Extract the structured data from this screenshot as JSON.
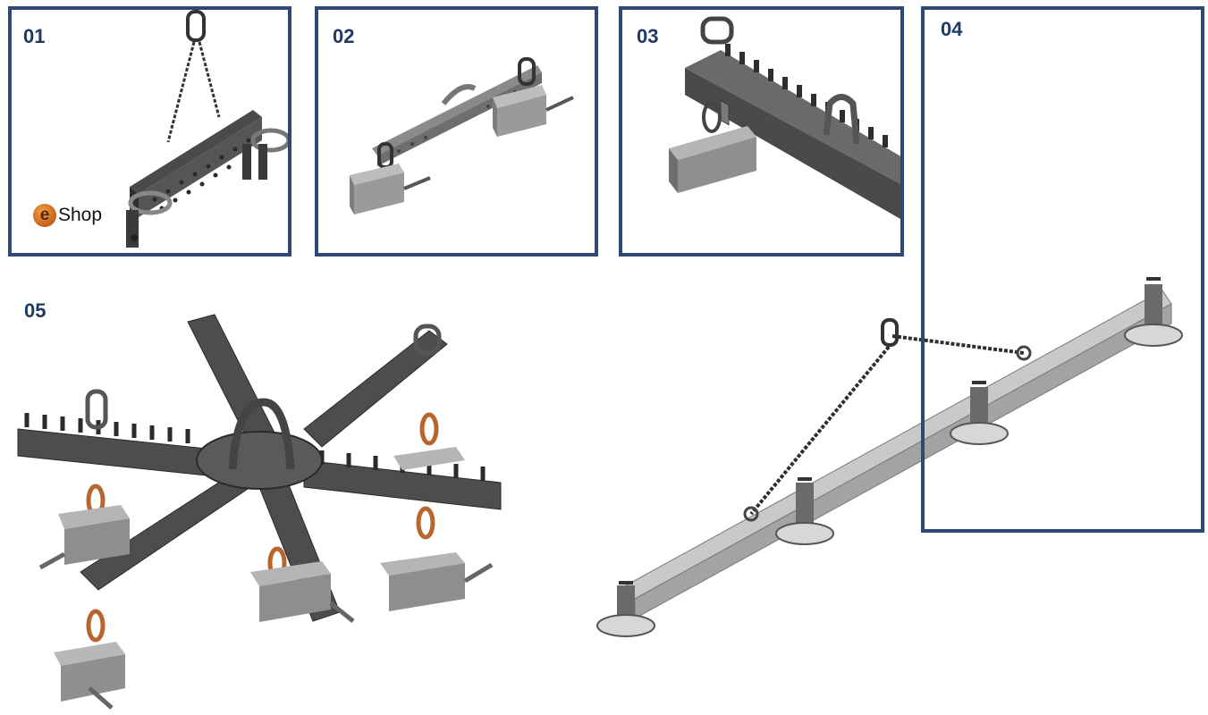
{
  "panels": [
    {
      "number": "01",
      "content": "beam-with-chain-sling"
    },
    {
      "number": "02",
      "content": "spreader-beam-with-two-magnets"
    },
    {
      "number": "03",
      "content": "toothed-beam-with-magnet"
    },
    {
      "number": "04",
      "content": "highlight-frame"
    }
  ],
  "labels": {
    "p1": "01",
    "p2": "02",
    "p3": "03",
    "p4": "04",
    "p5": "05"
  },
  "eshop": {
    "badge": "e",
    "text": "Shop"
  },
  "colors": {
    "frame": "#2e4a74",
    "label": "#1f3a63",
    "steel": "#6f6f6f",
    "dark_steel": "#3d3d3d",
    "chain_link": "#b8662e"
  }
}
